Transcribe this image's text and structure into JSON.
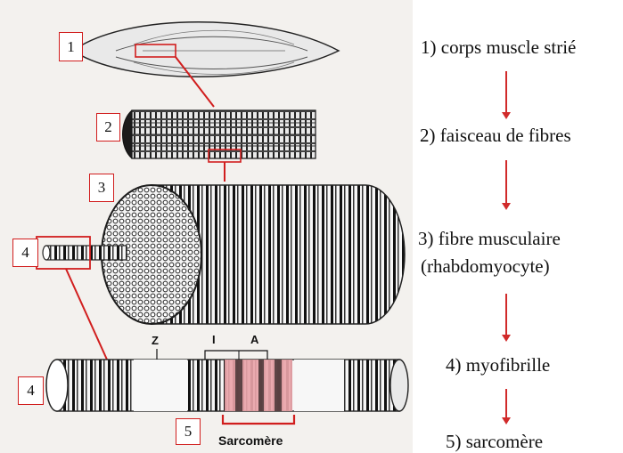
{
  "figure": {
    "markers": [
      "1",
      "2",
      "3",
      "4",
      "4",
      "5"
    ],
    "band_labels": {
      "z": "Z",
      "i": "I",
      "a": "A"
    },
    "sarcomere_caption": "Sarcomère"
  },
  "steps": [
    {
      "label": "1) corps muscle strié"
    },
    {
      "label": "2) faisceau de fibres"
    },
    {
      "label": "3) fibre musculaire"
    },
    {
      "label": "(rhabdomyocyte)"
    },
    {
      "label": "4) myofibrille"
    },
    {
      "label": "5) sarcomère"
    }
  ],
  "colors": {
    "accent_red": "#d11e1e",
    "sarcomere_fill": "#e8a3a8",
    "paper": "#f3f1ee"
  }
}
